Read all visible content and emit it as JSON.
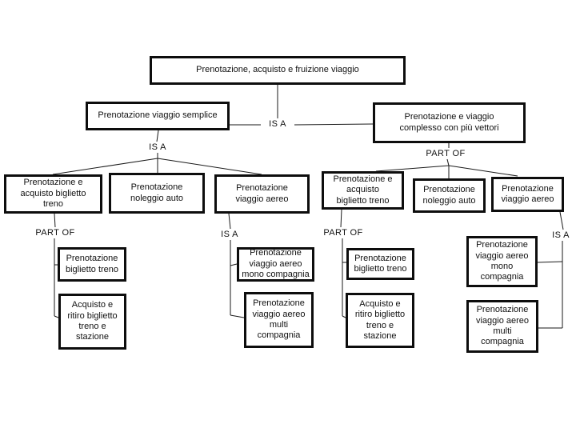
{
  "diagram": {
    "type": "concept-hierarchy",
    "language": "it",
    "colors": {
      "ink": "#111111",
      "box_border": "#0d0d0d",
      "background": "#ffffff"
    },
    "nodes": {
      "root": "Prenotazione, acquisto e fruizione viaggio",
      "viaggio_semplice": "Prenotazione viaggio semplice",
      "viaggio_complesso": "Prenotazione e viaggio\ncomplesso con più vettori",
      "acq_biglietto_treno_sx": "Prenotazione e\nacquisto biglietto\ntreno",
      "noleggio_auto_sx": "Prenotazione\nnoleggio auto",
      "viaggio_aereo_sx": "Prenotazione\nviaggio aereo",
      "biglietto_treno_sx": "Prenotazione\nbiglietto treno",
      "acquisto_ritiro_sx": "Acquisto e\nritiro biglietto\ntreno e\nstazione",
      "aereo_mono_sx": "Prenotazione\nviaggio aereo\nmono compagnia",
      "aereo_multi_sx": "Prenotazione\nviaggio aereo\nmulti\ncompagnia",
      "acq_biglietto_treno_dx": "Prenotazione e\nacquisto\nbiglietto treno",
      "noleggio_auto_dx": "Prenotazione\nnoleggio auto",
      "viaggio_aereo_dx": "Prenotazione\nviaggio aereo",
      "biglietto_treno_dx": "Prenotazione\nbiglietto treno",
      "acquisto_ritiro_dx": "Acquisto e\nritiro biglietto\ntreno e\nstazione",
      "aereo_mono_dx": "Prenotazione\nviaggio aereo\nmono\ncompagnia",
      "aereo_multi_dx": "Prenotazione\nviaggio aereo\nmulti\ncompagnia"
    },
    "edge_labels": {
      "isa_root": "IS A",
      "isa_semplice": "IS A",
      "partof_treno_sx": "PART OF",
      "isa_aereo_sx": "IS A",
      "partof_complesso": "PART OF",
      "partof_treno_dx": "PART OF",
      "isa_aereo_dx": "IS A"
    }
  }
}
